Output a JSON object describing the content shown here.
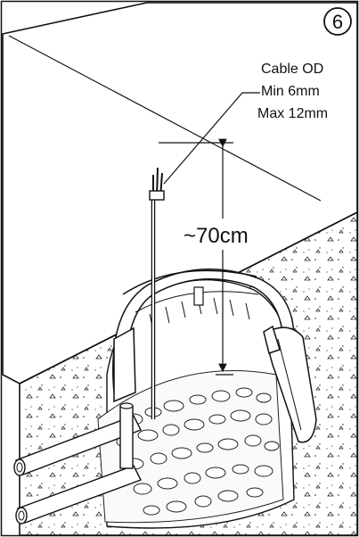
{
  "step": {
    "number": "6"
  },
  "callout": {
    "line1": "Cable OD",
    "line2": "Min 6mm",
    "line3": "Max 12mm"
  },
  "dimension": {
    "label": "~70cm"
  }
}
